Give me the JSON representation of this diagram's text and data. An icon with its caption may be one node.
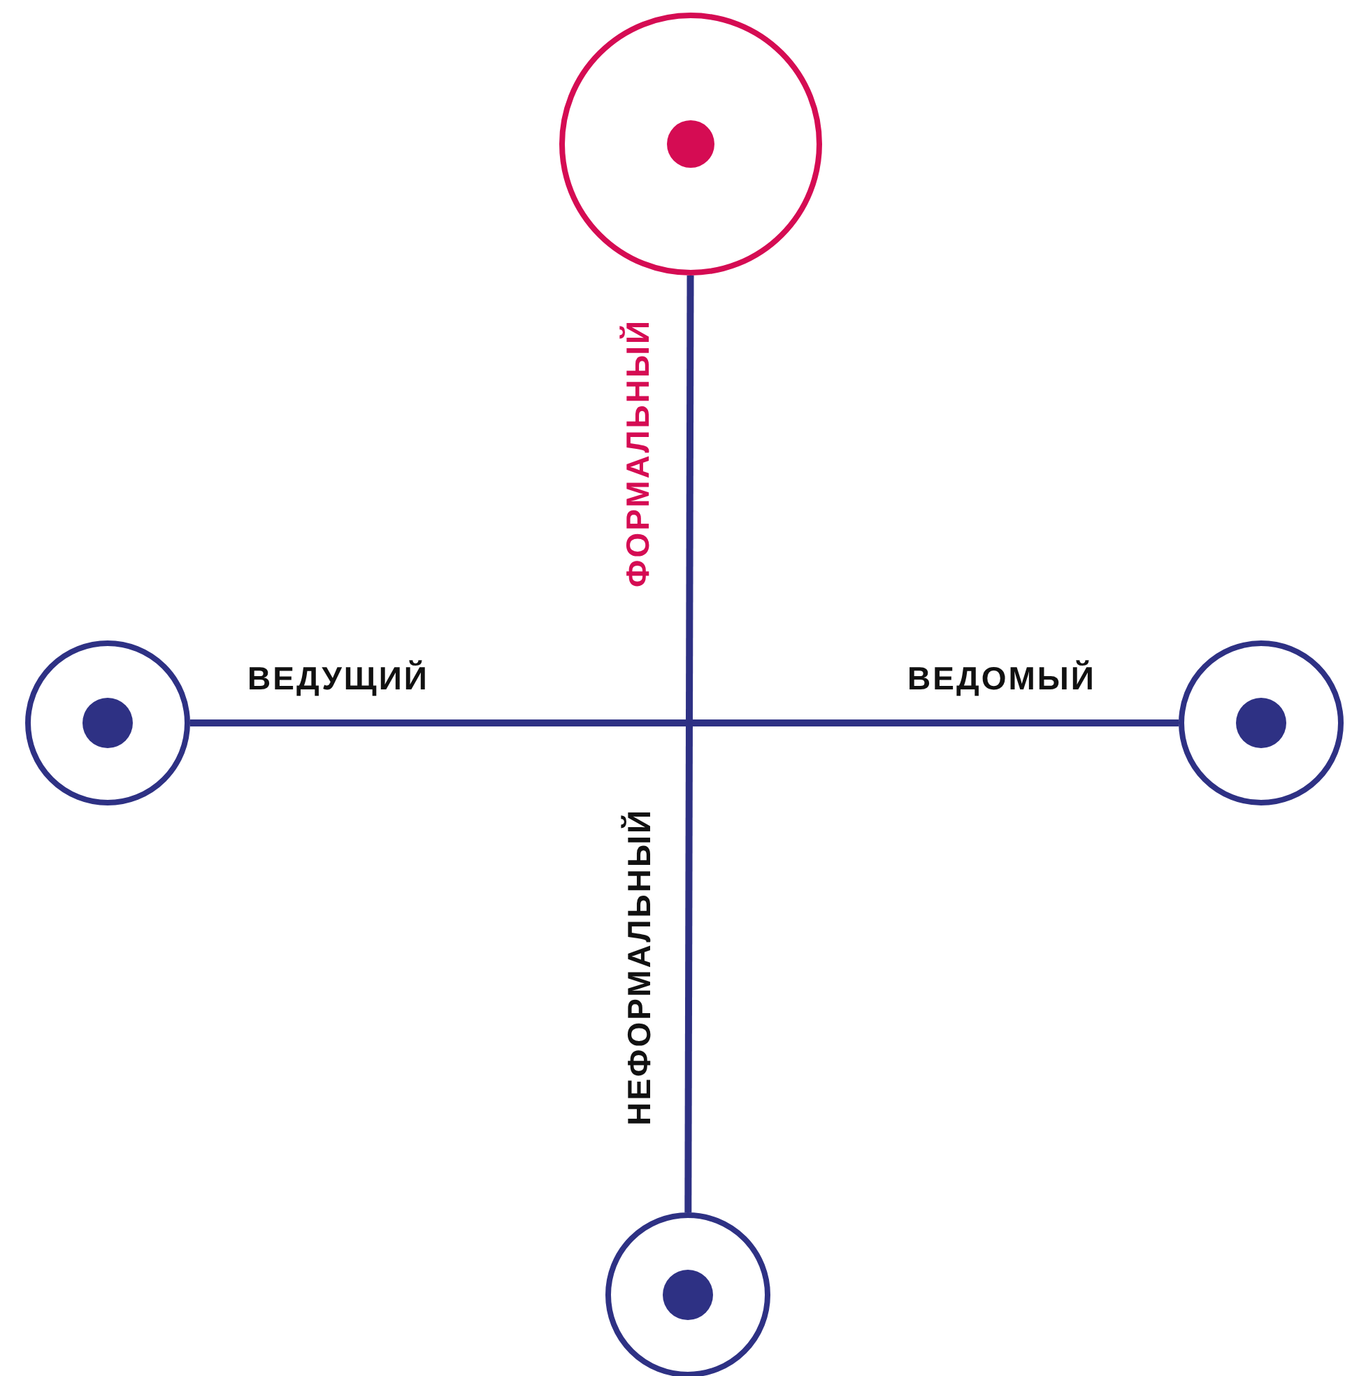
{
  "diagram": {
    "nodes": [
      {
        "text": [],
        "shape": "circle",
        "beside": [
          "ФОРМАЛЬНЫЙ"
        ]
      },
      {
        "text": [],
        "shape": "circle",
        "beside": [
          "ВЕДУЩИЙ"
        ]
      },
      {
        "text": [],
        "shape": "circle",
        "beside": [
          "ВЕДОМЫЙ"
        ]
      },
      {
        "text": [],
        "shape": "circle",
        "beside": [
          "НЕФОРМАЛЬНЫЙ"
        ]
      }
    ],
    "edges": [
      {
        "from": 0,
        "to": 3,
        "arrow": "none"
      },
      {
        "from": 1,
        "to": 2,
        "arrow": "none"
      }
    ]
  }
}
